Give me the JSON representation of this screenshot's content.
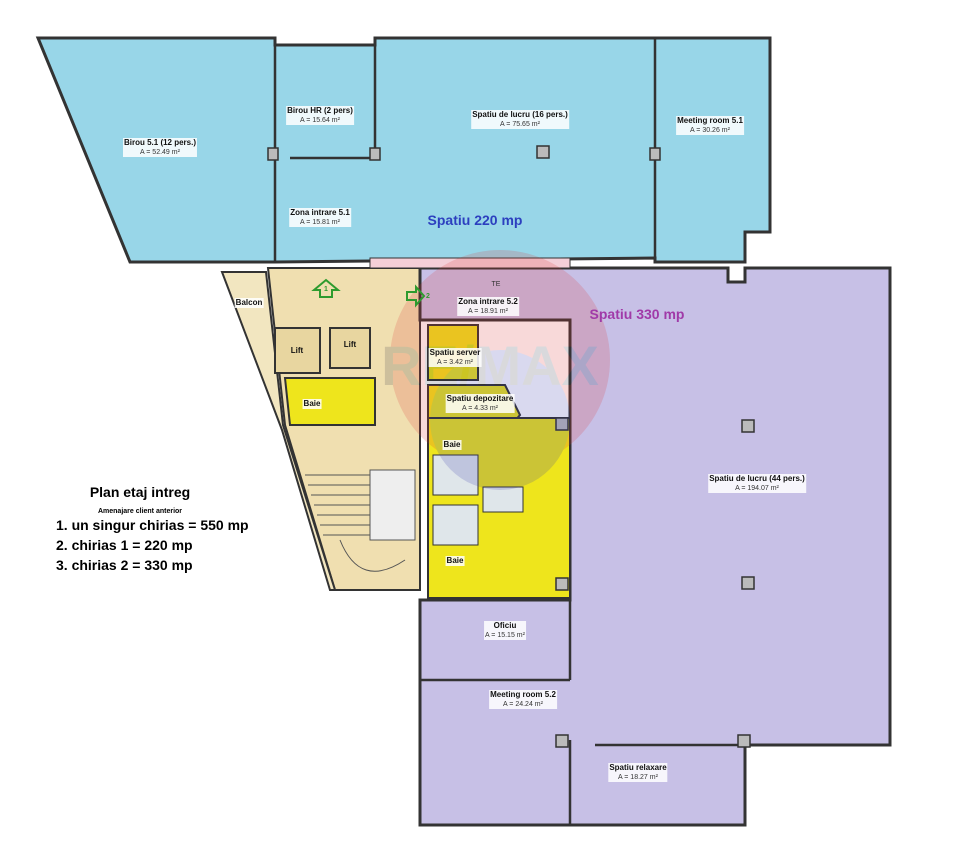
{
  "colors": {
    "tenant1": "#98d6e8",
    "tenant2": "#c7c0e6",
    "core": "#f0dfb0",
    "wet": "#eee51c",
    "corridor": "#f4cfd8",
    "wall": "#333333",
    "label220": "#2c3fbf",
    "label330": "#a03aa8",
    "arrow": "#2e9b2e"
  },
  "watermark": {
    "logo_text": "RE/MAX"
  },
  "areas": {
    "tenant1": "Spatiu 220 mp",
    "tenant2": "Spatiu 330 mp"
  },
  "rooms": [
    {
      "name": "Birou 5.1 (12 pers.)",
      "area": "A = 52.49 m²"
    },
    {
      "name": "Birou HR (2 pers)",
      "area": "A = 15.64 m²"
    },
    {
      "name": "Spatiu de lucru (16 pers.)",
      "area": "A = 75.65 m²"
    },
    {
      "name": "Meeting room 5.1",
      "area": "A = 30.26 m²"
    },
    {
      "name": "Zona intrare 5.1",
      "area": "A = 15.81 m²"
    },
    {
      "name": "Zona intrare 5.2",
      "area": "A = 18.91 m²"
    },
    {
      "name": "Spatiu server",
      "area": "A = 3.42 m²"
    },
    {
      "name": "Spatiu depozitare",
      "area": "A = 4.33 m²"
    },
    {
      "name": "Spatiu de lucru (44 pers.)",
      "area": "A = 194.07 m²"
    },
    {
      "name": "Oficiu",
      "area": "A = 15.15 m²"
    },
    {
      "name": "Meeting room 5.2",
      "area": "A = 24.24 m²"
    },
    {
      "name": "Spatiu relaxare",
      "area": "A = 18.27 m²"
    }
  ],
  "small_labels": {
    "balcon": "Balcon",
    "lift1": "Lift",
    "lift2": "Lift",
    "baie1": "Baie",
    "baie2": "Baie",
    "baie3": "Baie",
    "te": "TE",
    "entry1": "1",
    "entry2": "2"
  },
  "legend": {
    "title": "Plan etaj intreg",
    "subtitle": "Amenajare client anterior",
    "lines": [
      "1. un singur chirias = 550 mp",
      "2. chirias 1 = 220 mp",
      "3. chirias 2 = 330 mp"
    ]
  }
}
